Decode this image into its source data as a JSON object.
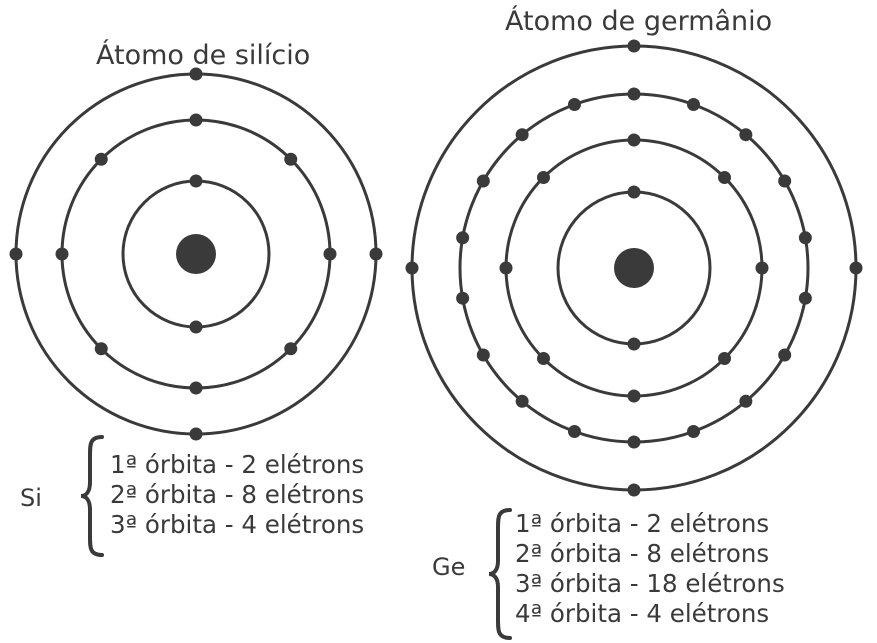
{
  "colors": {
    "line": "#3a3a3a",
    "nucleus": "#3a3a3a",
    "electron": "#3a3a3a",
    "background": "#ffffff"
  },
  "silicon": {
    "title": "Átomo de silício",
    "symbol": "Si",
    "orbits": [
      {
        "label": "1ª órbita - 2 elétrons",
        "electrons": 2
      },
      {
        "label": "2ª órbita - 8 elétrons",
        "electrons": 8
      },
      {
        "label": "3ª órbita - 4 elétrons",
        "electrons": 4
      }
    ]
  },
  "germanium": {
    "title": "Átomo de germânio",
    "symbol": "Ge",
    "orbits": [
      {
        "label": "1ª órbita - 2 elétrons",
        "electrons": 2
      },
      {
        "label": "2ª órbita - 8 elétrons",
        "electrons": 8
      },
      {
        "label": "3ª órbita - 18 elétrons",
        "electrons": 18
      },
      {
        "label": "4ª órbita - 4 elétrons",
        "electrons": 4
      }
    ]
  }
}
